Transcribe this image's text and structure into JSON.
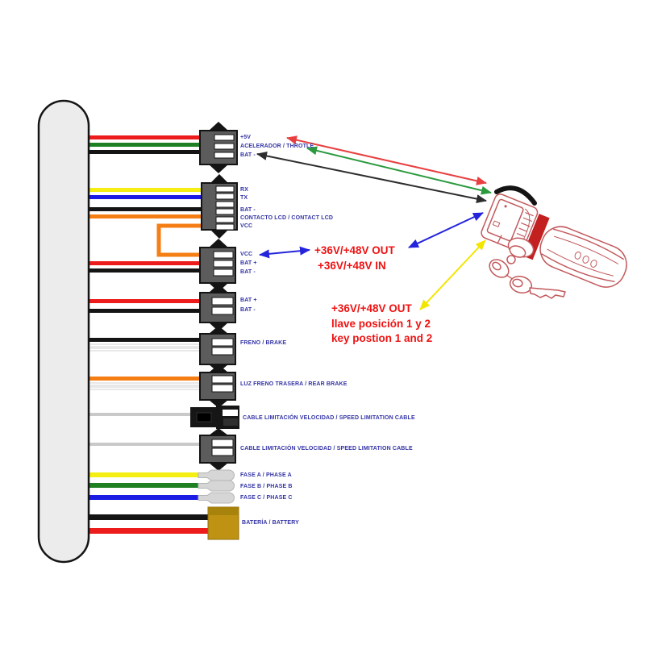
{
  "palette": {
    "wire_red": "#ed1c1c",
    "wire_green": "#1e8022",
    "wire_black": "#141414",
    "wire_yellow": "#f4ee12",
    "wire_blue": "#1b1be4",
    "wire_orange": "#f57e14",
    "wire_white": "#ffffff",
    "wire_gray": "#c9c9c9",
    "connector_gray": "#5c5c5c",
    "connector_black": "#161616",
    "battery_gold": "#bf9213",
    "battery_gold_dark": "#a8830b",
    "spade_silver": "#d6d6d6",
    "label_blue": "#3434a6",
    "note_red": "#ee1313",
    "arrow_red": "#e84040",
    "arrow_green": "#2b9a3e",
    "arrow_black": "#2d2d2d",
    "arrow_blue": "#2424dd",
    "arrow_yellow": "#f2e600",
    "controller_fill": "#ececec",
    "throttle_line": "#c2595c",
    "throttle_band": "#c32020"
  },
  "connectors": {
    "throttle": {
      "pins": [
        "+5V",
        "ACELERADOR / THROTLE",
        "BAT -"
      ]
    },
    "lcd": {
      "pins": [
        "RX",
        "TX",
        "BAT -",
        "CONTACTO LCD / CONTACT LCD",
        "VCC"
      ]
    },
    "power": {
      "pins": [
        "VCC",
        "BAT +",
        "BAT -"
      ]
    },
    "battery_aux": {
      "pins": [
        "BAT +",
        "BAT -"
      ]
    },
    "brake": {
      "label": "FRENO / BRAKE"
    },
    "rear_brake": {
      "label": "LUZ FRENO TRASERA / REAR BRAKE"
    },
    "speed_limit_1": {
      "label": "CABLE LIMITACIÓN VELOCIDAD / SPEED LIMITATION CABLE"
    },
    "speed_limit_2": {
      "label": "CABLE LIMITACIÓN VELOCIDAD / SPEED LIMITATION CABLE"
    },
    "phase_a": {
      "label": "FASE A / PHASE A"
    },
    "phase_b": {
      "label": "FASE B / PHASE B"
    },
    "phase_c": {
      "label": "FASE C / PHASE C"
    },
    "battery": {
      "label": "BATERÍA / BATTERY"
    }
  },
  "notes": {
    "power_out": "+36V/+48V OUT",
    "power_in": "+36V/+48V IN",
    "key_out": "+36V/+48V OUT",
    "key_es": "llave posición 1 y 2",
    "key_en": "key postion 1 and 2"
  },
  "arrows": [
    {
      "color": "red"
    },
    {
      "color": "green"
    },
    {
      "color": "black"
    },
    {
      "color": "blue"
    },
    {
      "color": "blue"
    },
    {
      "color": "yellow"
    }
  ]
}
